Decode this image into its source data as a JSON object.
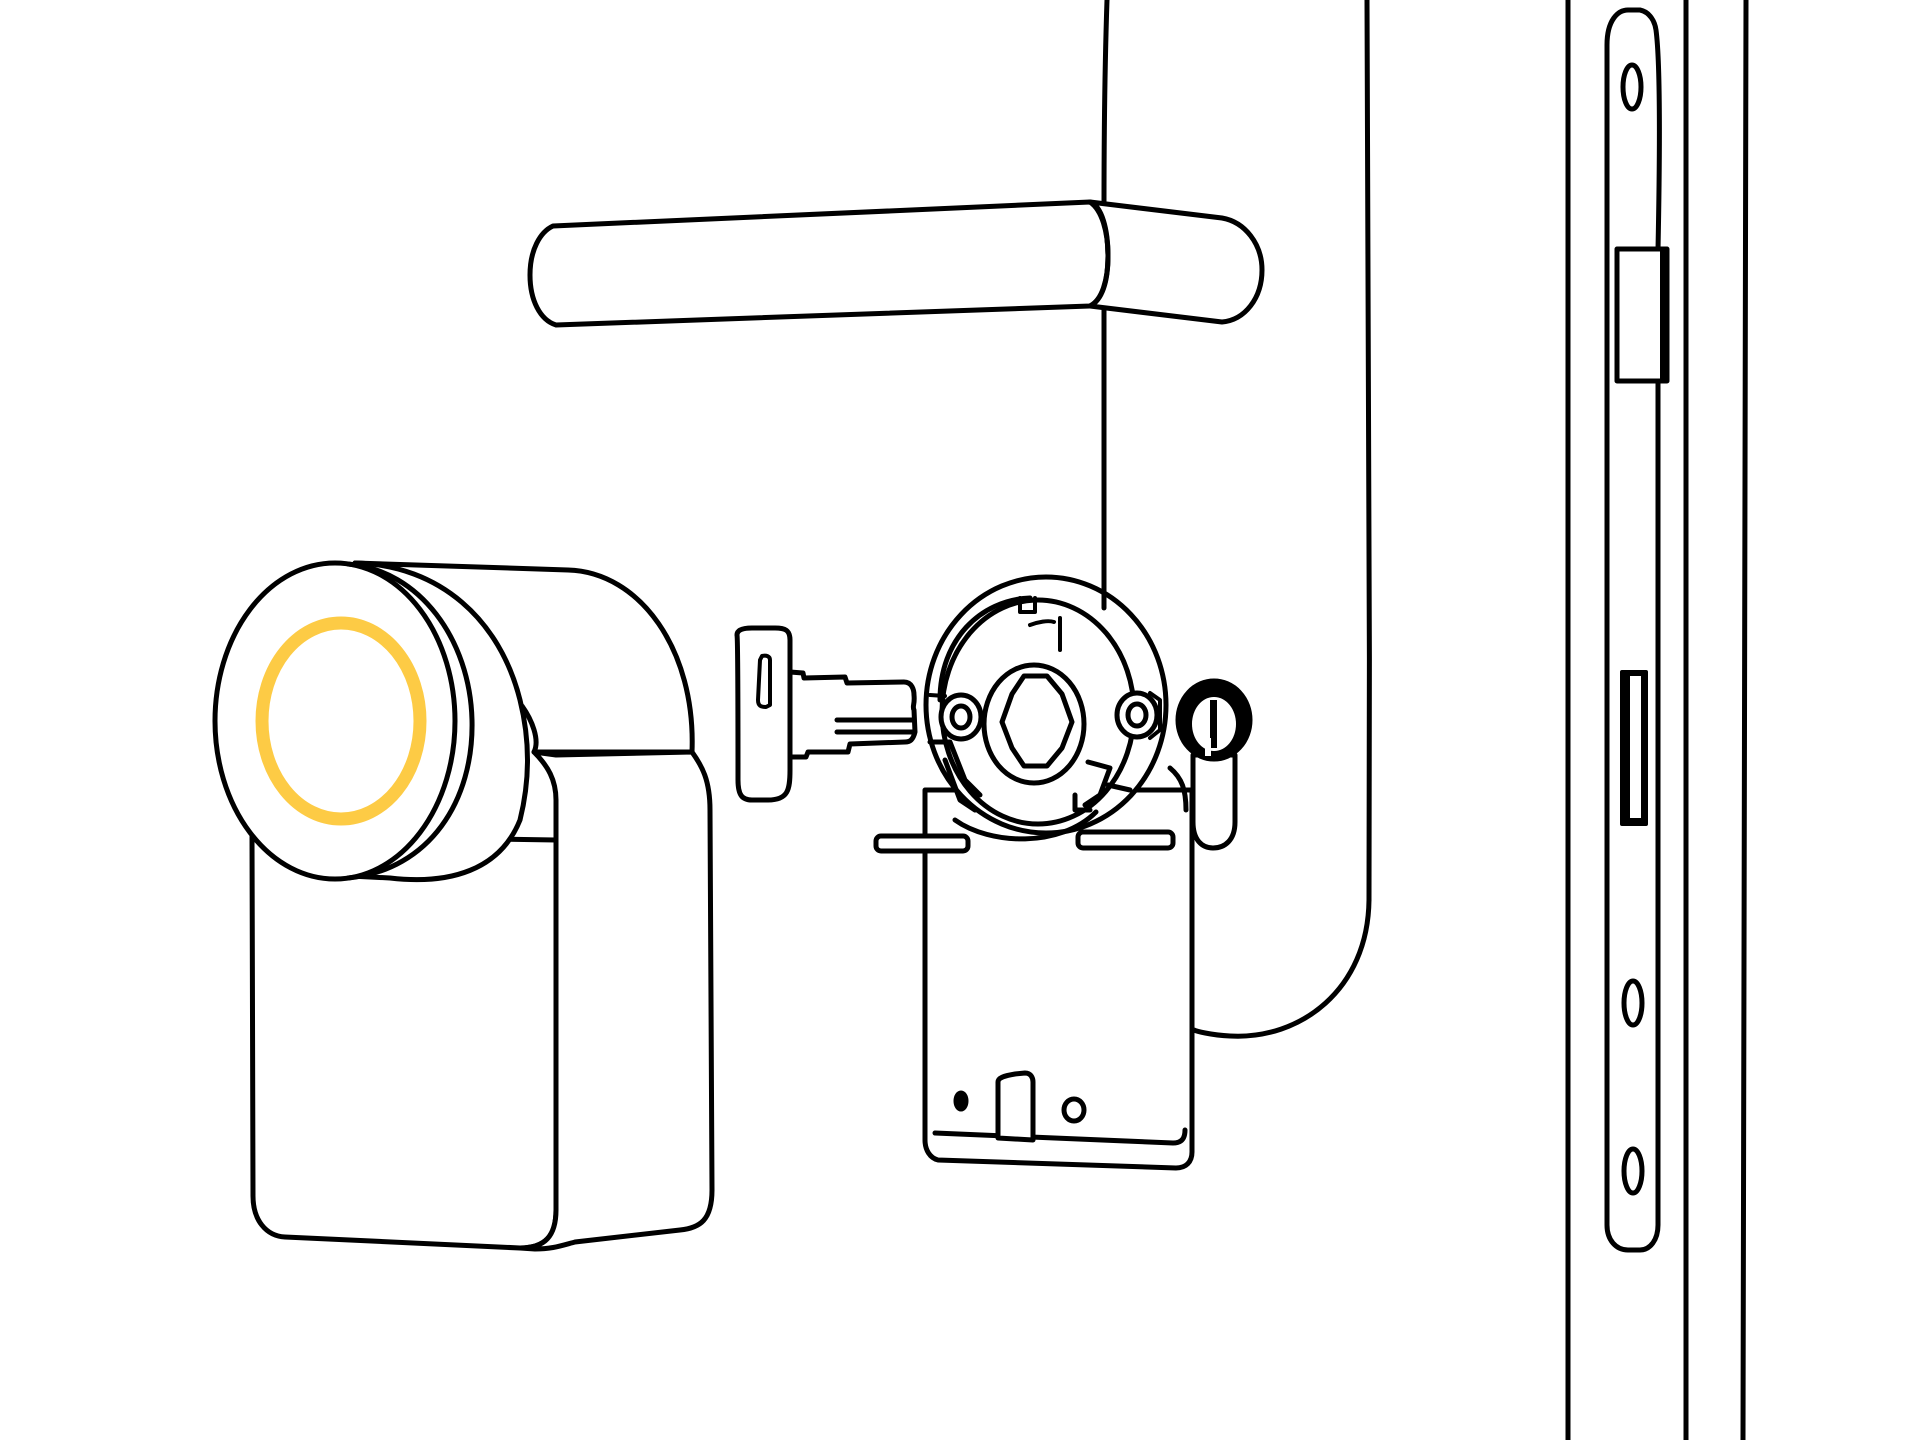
{
  "illustration": {
    "title": "Smart lock mounting illustration",
    "style": "black line art on white",
    "colors": {
      "background": "#ffffff",
      "stroke": "#000000",
      "accent_ring": "#FDCB45"
    },
    "components": [
      {
        "id": "smart-lock",
        "label": "Smart lock body with LED ring"
      },
      {
        "id": "key",
        "label": "Key inserted into cylinder"
      },
      {
        "id": "mounting-plate",
        "label": "Mounting plate with adapter ring"
      },
      {
        "id": "door-handle",
        "label": "Door lever handle"
      },
      {
        "id": "door",
        "label": "Door panel"
      },
      {
        "id": "door-edge",
        "label": "Door edge with lock faceplate"
      },
      {
        "id": "lock-cylinder",
        "label": "Euro profile lock cylinder"
      }
    ]
  }
}
